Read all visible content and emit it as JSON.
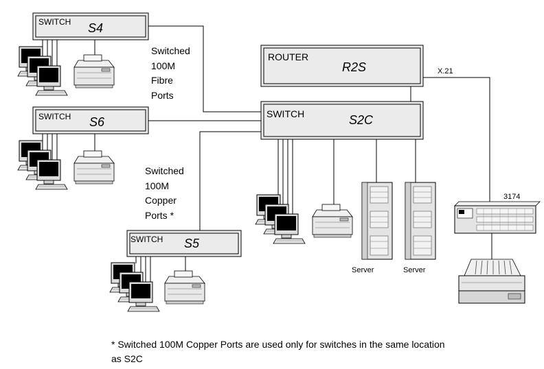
{
  "switches": {
    "s4": {
      "type": "SWITCH",
      "name": "S4"
    },
    "s6": {
      "type": "SWITCH",
      "name": "S6"
    },
    "s5": {
      "type": "SWITCH",
      "name": "S5"
    },
    "s2c": {
      "type": "SWITCH",
      "name": "S2C"
    }
  },
  "router": {
    "type": "ROUTER",
    "name": "R2S"
  },
  "link_labels": {
    "fibre": [
      "Switched",
      "100M",
      "Fibre",
      "Ports"
    ],
    "copper": [
      "Switched",
      "100M",
      "Copper",
      "Ports *"
    ],
    "x21": "X.21"
  },
  "devices": {
    "server_1": "Server",
    "server_2": "Server",
    "controller": "3174"
  },
  "footnote": "* Switched 100M Copper Ports are used only for switches in the same location as S2C",
  "colors": {
    "box_fill": "#ebebeb",
    "screen": "#000000",
    "line": "#000000"
  }
}
